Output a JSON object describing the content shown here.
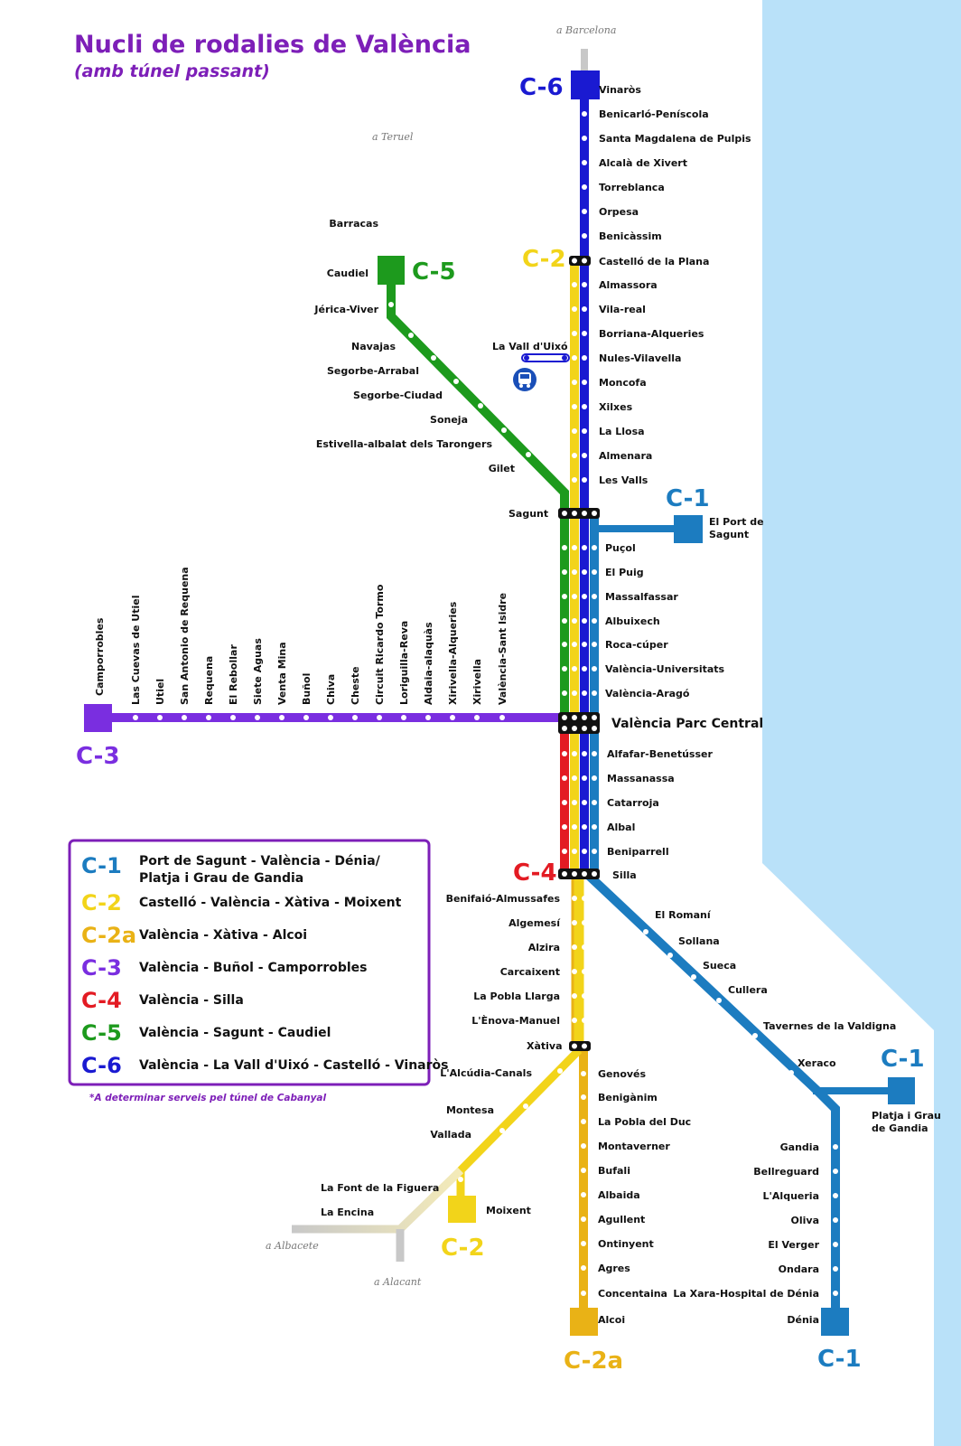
{
  "title": "Nucli de rodalies de València",
  "subtitle": "(amb túnel passant)",
  "colors": {
    "C1": "#1c7cc0",
    "C2": "#f2d41a",
    "C2a": "#e9b216",
    "C3": "#7a2ee0",
    "C4": "#e31b23",
    "C5": "#1d9a1d",
    "C6": "#1a1ad1",
    "sea": "#b9e1f9",
    "title": "#7d1fb8"
  },
  "directions": {
    "barcelona": "a Barcelona",
    "teruel": "a Teruel",
    "albacete": "a Albacete",
    "alacant": "a Alacant"
  },
  "line_labels": {
    "c6_top": "C-6",
    "c5": "C-5",
    "c2_top": "C-2",
    "c1_sagunt": "C-1",
    "c3": "C-3",
    "c4": "C-4",
    "c1_gandia": "C-1",
    "c2_moixent": "C-2",
    "c2a_alcoi": "C-2a",
    "c1_denia": "C-1"
  },
  "stations": {
    "c6_north": [
      "Vinaròs",
      "Benicarló-Peníscola",
      "Santa Magdalena de Pulpis",
      "Alcalà de Xivert",
      "Torreblanca",
      "Orpesa",
      "Benicàssim"
    ],
    "castello": "Castelló de la Plana",
    "c6_mid": [
      "Almassora",
      "Vila-real",
      "Borriana-Alqueries",
      "Nules-Vilavella",
      "Moncofa",
      "Xilxes",
      "La Llosa",
      "Almenara",
      "Les Valls"
    ],
    "vall_uixo": "La Vall d'Uixó",
    "c5": [
      "Barracas",
      "Caudiel",
      "Jérica-Viver",
      "Navajas",
      "Segorbe-Arrabal",
      "Segorbe-Ciudad",
      "Soneja",
      "Estivella-albalat dels Tarongers",
      "Gilet"
    ],
    "sagunt": "Sagunt",
    "port_sagunt": [
      "El Port de",
      "Sagunt"
    ],
    "core": [
      "Puçol",
      "El Puig",
      "Massalfassar",
      "Albuixech",
      "Roca-cúper",
      "València-Universitats",
      "València-Aragó"
    ],
    "parc_central": "València Parc Central",
    "c3": [
      "Camporrobles",
      "Las Cuevas de Utiel",
      "Utiel",
      "San Antonio de Requena",
      "Requena",
      "El Rebollar",
      "Siete Aguas",
      "Venta Mina",
      "Buñol",
      "Chiva",
      "Cheste",
      "Circuit Ricardo Tormo",
      "Loriguilla-Reva",
      "Aldaia-alaquàs",
      "Xirivella-Alqueries",
      "Xirivella",
      "València-Sant Isidre"
    ],
    "south_core": [
      "Alfafar-Benetússer",
      "Massanassa",
      "Catarroja",
      "Albal",
      "Beniparrell"
    ],
    "silla": "Silla",
    "c2_south": [
      "Benifaió-Almussafes",
      "Algemesí",
      "Alzira",
      "Carcaixent",
      "La Pobla Llarga",
      "L'Ènova-Manuel"
    ],
    "xativa": "Xàtiva",
    "c1_coast": [
      "El Romaní",
      "Sollana",
      "Sueca",
      "Cullera",
      "Tavernes de la Valdigna",
      "Xeraco"
    ],
    "platja_gandia": [
      "Platja i Grau",
      "de Gandia"
    ],
    "c1_denia": [
      "Gandia",
      "Bellreguard",
      "L'Alqueria",
      "Oliva",
      "El Verger",
      "Ondara",
      "La Xara-Hospital de Dénia",
      "Dénia"
    ],
    "c2a": [
      "Genovés",
      "Benigànim",
      "La Pobla del Duc",
      "Montaverner",
      "Bufali",
      "Albaida",
      "Agullent",
      "Ontinyent",
      "Agres",
      "Concentaina",
      "Alcoi"
    ],
    "c2_moixent": [
      "L'Alcúdia-Canals",
      "Montesa",
      "Vallada",
      "Moixent"
    ],
    "c2_albacete": [
      "La Font de la Figuera",
      "La Encina"
    ]
  },
  "legend": [
    {
      "code": "C-1",
      "color": "#1c7cc0",
      "text": [
        "Port de Sagunt - València - Dénia/",
        "Platja i Grau de Gandia"
      ]
    },
    {
      "code": "C-2",
      "color": "#f2d41a",
      "text": [
        "Castelló - València - Xàtiva - Moixent"
      ]
    },
    {
      "code": "C-2a",
      "color": "#e9b216",
      "text": [
        "València - Xàtiva - Alcoi"
      ]
    },
    {
      "code": "C-3",
      "color": "#7a2ee0",
      "text": [
        "València - Buñol - Camporrobles"
      ]
    },
    {
      "code": "C-4",
      "color": "#e31b23",
      "text": [
        "València - Silla"
      ]
    },
    {
      "code": "C-5",
      "color": "#1d9a1d",
      "text": [
        "València - Sagunt - Caudiel"
      ]
    },
    {
      "code": "C-6",
      "color": "#1a1ad1",
      "text": [
        "València - La Vall d'Uixó - Castelló - Vinaròs"
      ]
    }
  ],
  "note": "*A determinar serveis pel túnel de Cabanyal"
}
